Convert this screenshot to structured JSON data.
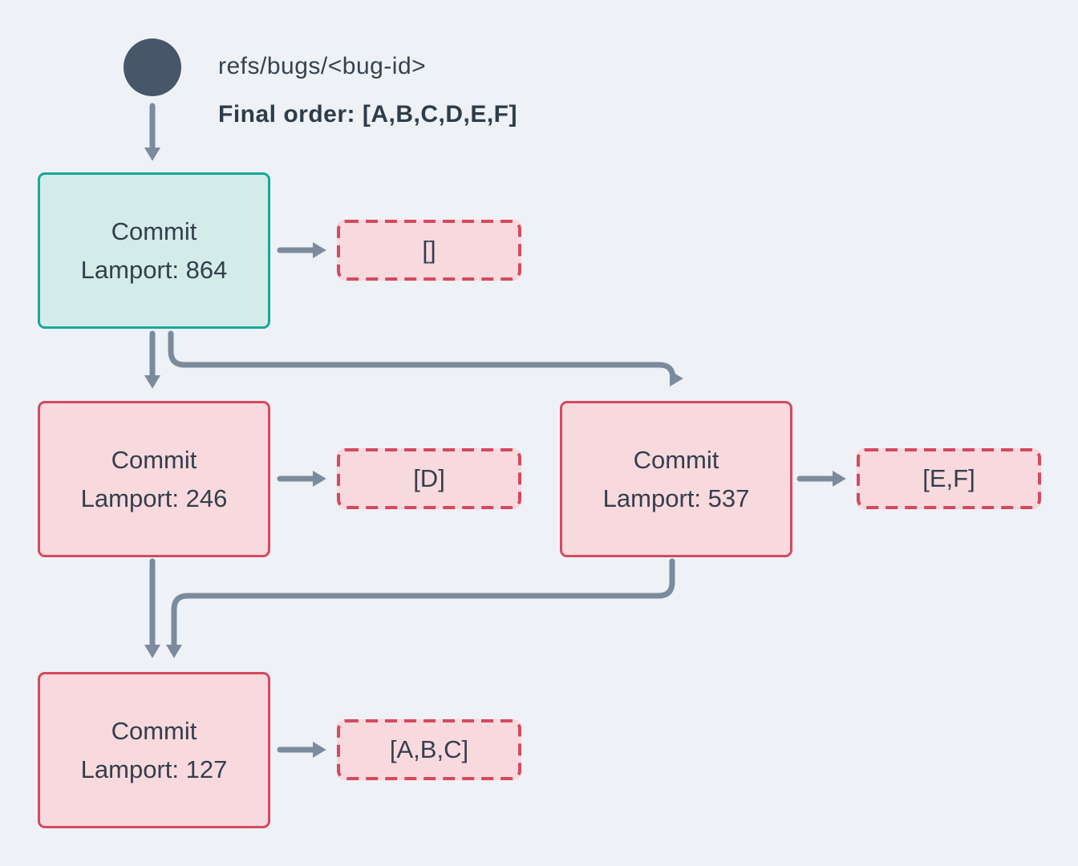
{
  "header": {
    "ref_label": "refs/bugs/<bug-id>",
    "final_order_label": "Final order: [A,B,C,D,E,F]"
  },
  "nodes": [
    {
      "id": "commit-864",
      "title": "Commit",
      "subtitle": "Lamport: 864",
      "lamport": 864,
      "type": "head"
    },
    {
      "id": "commit-246",
      "title": "Commit",
      "subtitle": "Lamport: 246",
      "lamport": 246,
      "type": "normal"
    },
    {
      "id": "commit-537",
      "title": "Commit",
      "subtitle": "Lamport: 537",
      "lamport": 537,
      "type": "normal"
    },
    {
      "id": "commit-127",
      "title": "Commit",
      "subtitle": "Lamport: 127",
      "lamport": 127,
      "type": "normal"
    }
  ],
  "payloads": [
    {
      "for": "commit-864",
      "label": "[]"
    },
    {
      "for": "commit-246",
      "label": "[D]"
    },
    {
      "for": "commit-537",
      "label": "[E,F]"
    },
    {
      "for": "commit-127",
      "label": "[A,B,C]"
    }
  ],
  "edges": [
    {
      "from": "ref-head",
      "to": "commit-864"
    },
    {
      "from": "commit-864",
      "to": "commit-246"
    },
    {
      "from": "commit-864",
      "to": "commit-537"
    },
    {
      "from": "commit-246",
      "to": "commit-127"
    },
    {
      "from": "commit-537",
      "to": "commit-127"
    },
    {
      "from": "commit-864",
      "to": "payload-empty"
    },
    {
      "from": "commit-246",
      "to": "payload-d"
    },
    {
      "from": "commit-537",
      "to": "payload-ef"
    },
    {
      "from": "commit-127",
      "to": "payload-abc"
    }
  ],
  "colors": {
    "background": "#eef1f5",
    "ref_circle": "#475669",
    "arrow": "#7b8b9d",
    "text": "#333f4c",
    "head_node_border": "#17a89c",
    "head_node_fill": "#d3ecea",
    "node_border": "#d5495e",
    "node_fill": "#f8d9de"
  }
}
